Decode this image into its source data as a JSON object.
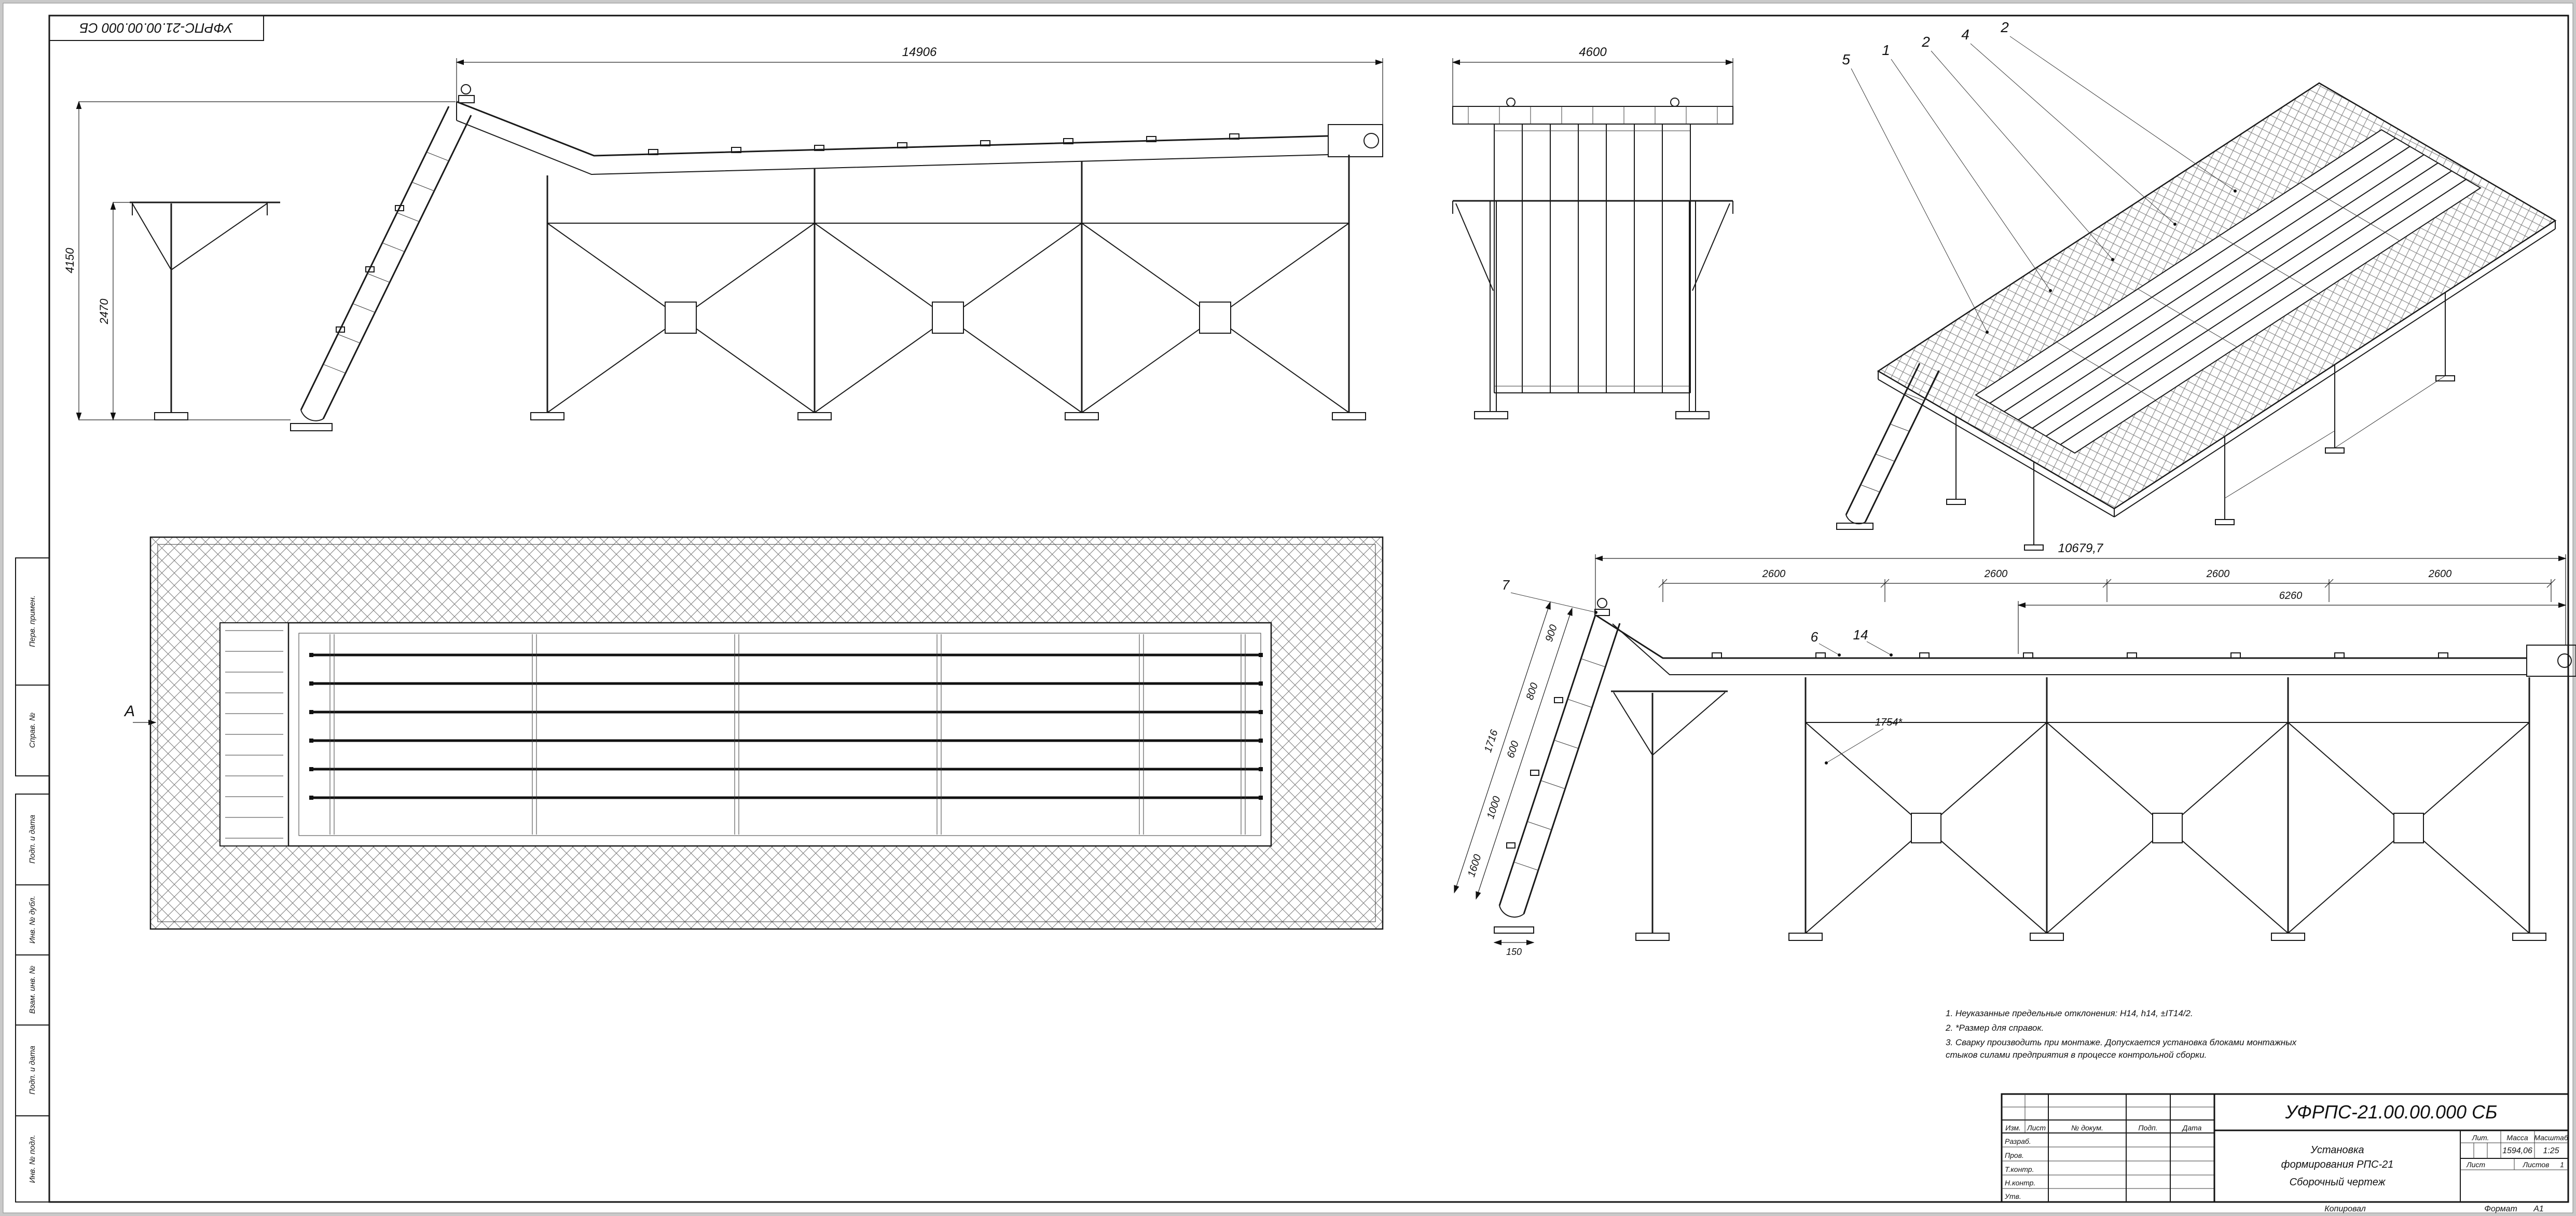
{
  "sheet": {
    "designation": "УФРПС-21.00.00.000 СБ",
    "copied_label": "Копировал",
    "format_label": "Формат",
    "format_value": "А1"
  },
  "corner_stamp": {
    "text": "УФРПС-21.00.00.000 СБ"
  },
  "margin_stamps": [
    "Перв. примен.",
    "Справ. №",
    "Подп. и дата",
    "Инв. № дубл.",
    "Взам. инв. №",
    "Подп. и дата",
    "Инв. № подл."
  ],
  "views": {
    "side": {
      "dim_overall": "14906",
      "dim_height": "4150",
      "dim_platform": "2470"
    },
    "end": {
      "dim_width": "4600"
    },
    "iso": {
      "callouts": [
        "5",
        "1",
        "2",
        "4",
        "2"
      ]
    },
    "plan": {
      "section_label": "А"
    },
    "side_dim": {
      "dim_overall": "10679,7",
      "spans": [
        "2600",
        "2600",
        "2600",
        "2600"
      ],
      "dim_right": "6260",
      "incline_total": "1716",
      "incline_dims": [
        "900",
        "800",
        "600",
        "1000",
        "1600"
      ],
      "dim_foot": "150",
      "dim_mid": "1754*",
      "callouts": [
        "7",
        "6",
        "14"
      ]
    }
  },
  "notes": {
    "lines": [
      "1. Неуказанные предельные отклонения: Н14, h14, ±IT14/2.",
      "2. *Размер для справок.",
      "3. Сварку производить при монтаже. Допускается установка блоками монтажных",
      "    стыков силами предприятия в процессе контрольной сборки."
    ]
  },
  "title_block": {
    "designation": "УФРПС-21.00.00.000 СБ",
    "name_line1": "Установка",
    "name_line2": "формирования РПС-21",
    "name_line3": "Сборочный чертеж",
    "header_cells": [
      "Изм.",
      "Лист",
      "№ докум.",
      "Подп.",
      "Дата"
    ],
    "row_labels": [
      "Разраб.",
      "Пров.",
      "Т.контр.",
      "Н.контр.",
      "Утв."
    ],
    "lit_label": "Лит.",
    "mass_label": "Масса",
    "mass_value": "1594,06",
    "scale_label": "Масштаб",
    "scale_value": "1:25",
    "sheet_label": "Лист",
    "sheets_label": "Листов",
    "sheets_value": "1"
  }
}
